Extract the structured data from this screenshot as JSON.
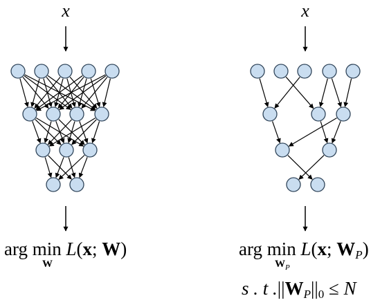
{
  "colors": {
    "node_fill": "#c9ddf0",
    "node_stroke": "#30455a",
    "edge": "#000000",
    "text": "#000000"
  },
  "panels": [
    {
      "id": "dense",
      "input_label": "x",
      "layers": [
        5,
        4,
        3,
        2
      ],
      "edges": [
        [
          [
            0,
            0
          ],
          [
            0,
            1
          ],
          [
            0,
            2
          ],
          [
            0,
            3
          ],
          [
            1,
            0
          ],
          [
            1,
            1
          ],
          [
            1,
            2
          ],
          [
            1,
            3
          ],
          [
            2,
            0
          ],
          [
            2,
            1
          ],
          [
            2,
            2
          ],
          [
            2,
            3
          ],
          [
            3,
            0
          ],
          [
            3,
            1
          ],
          [
            3,
            2
          ],
          [
            3,
            3
          ],
          [
            4,
            0
          ],
          [
            4,
            1
          ],
          [
            4,
            2
          ],
          [
            4,
            3
          ]
        ],
        [
          [
            0,
            0
          ],
          [
            0,
            1
          ],
          [
            0,
            2
          ],
          [
            1,
            0
          ],
          [
            1,
            1
          ],
          [
            1,
            2
          ],
          [
            2,
            0
          ],
          [
            2,
            1
          ],
          [
            2,
            2
          ],
          [
            3,
            0
          ],
          [
            3,
            1
          ],
          [
            3,
            2
          ]
        ],
        [
          [
            0,
            0
          ],
          [
            0,
            1
          ],
          [
            1,
            0
          ],
          [
            1,
            1
          ],
          [
            2,
            0
          ],
          [
            2,
            1
          ]
        ]
      ],
      "formula": {
        "argmin": "arg min",
        "argmin_sub": "W",
        "loss_fn": "L",
        "open": "(",
        "x": "x",
        "sep": "; ",
        "w": "W",
        "w_sub": "",
        "close": ")"
      }
    },
    {
      "id": "pruned",
      "input_label": "x",
      "layers": [
        5,
        3,
        2,
        2
      ],
      "edges": [
        [
          [
            0,
            0
          ],
          [
            1,
            1
          ],
          [
            2,
            0
          ],
          [
            3,
            1
          ],
          [
            3,
            2
          ],
          [
            4,
            2
          ]
        ],
        [
          [
            0,
            0
          ],
          [
            1,
            1
          ],
          [
            2,
            0
          ],
          [
            2,
            1
          ]
        ],
        [
          [
            0,
            1
          ],
          [
            1,
            0
          ]
        ]
      ],
      "formula": {
        "argmin": "arg min",
        "argmin_sub": "W",
        "argmin_sub_sub": "P",
        "loss_fn": "L",
        "open": "(",
        "x": "x",
        "sep": "; ",
        "w": "W",
        "w_sub": "P",
        "close": ")"
      },
      "constraint": {
        "st": "s . t .",
        "norm_open": "||",
        "w": "W",
        "w_sub": "P",
        "norm_close": "||",
        "norm_sub": "0",
        "leq": "≤",
        "n": "N"
      }
    }
  ]
}
